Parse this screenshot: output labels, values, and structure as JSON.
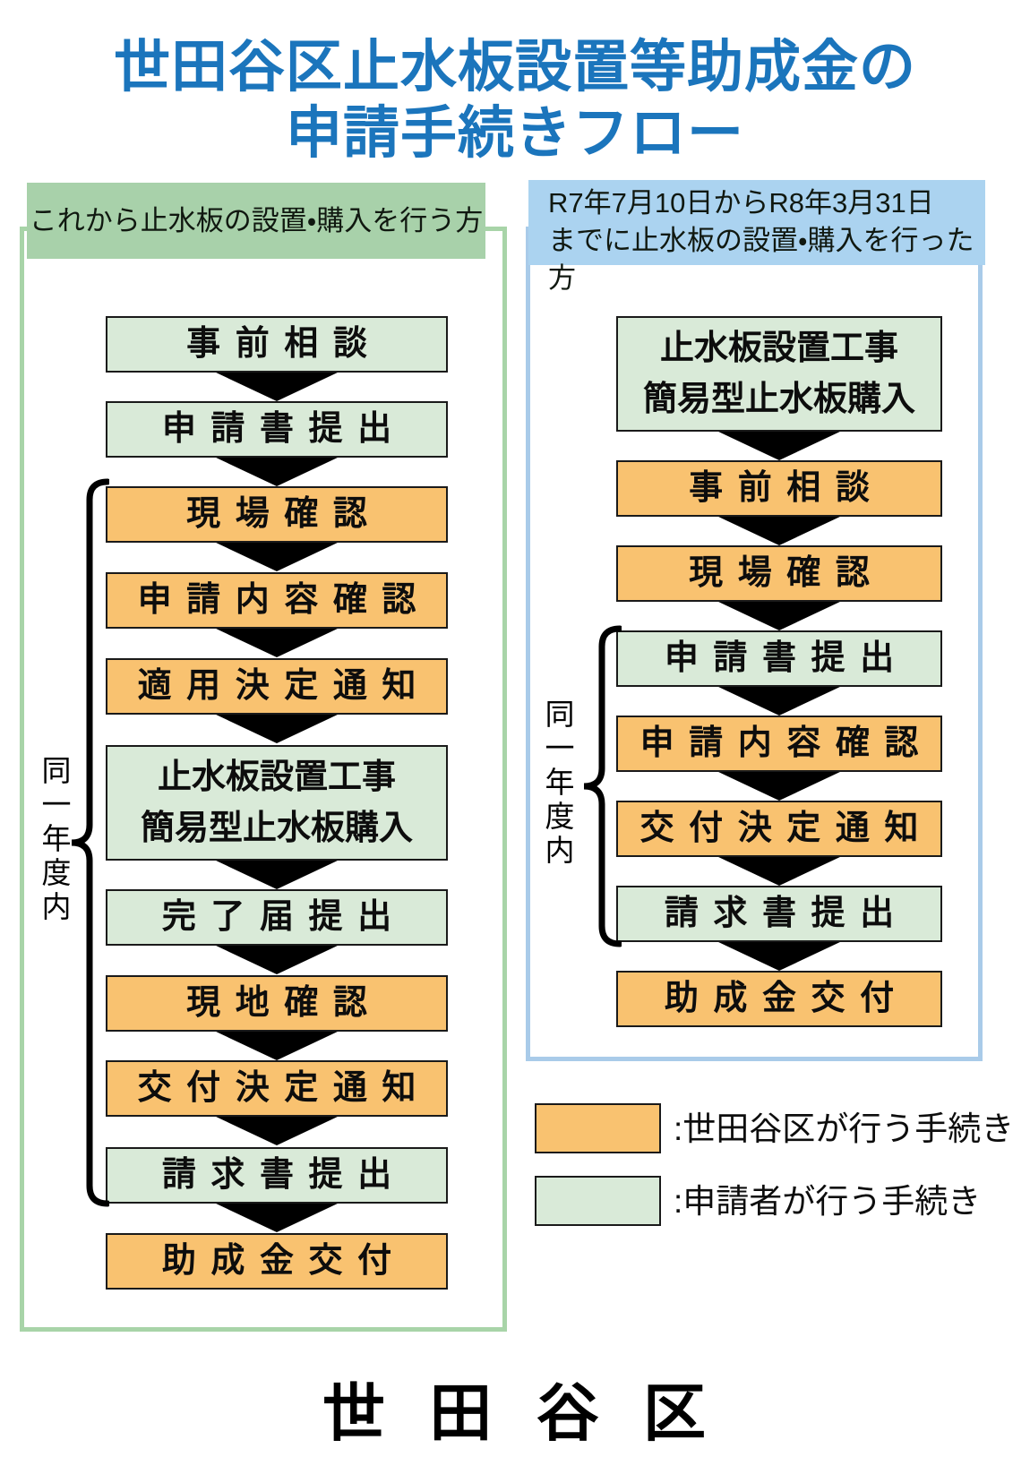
{
  "title": {
    "line1": "世田谷区止水板設置等助成金の",
    "line2": "申請手続きフロー"
  },
  "left_flow": {
    "header": "これから止水板の設置・購入を行う方",
    "duration_label": "同一年度内",
    "steps": [
      {
        "label": "事 前 相 談",
        "actor": "applicant"
      },
      {
        "label": "申 請 書 提 出",
        "actor": "applicant"
      },
      {
        "label": "現 場 確 認",
        "actor": "ward"
      },
      {
        "label": "申 請 内 容 確 認",
        "actor": "ward"
      },
      {
        "label": "適 用 決 定 通 知",
        "actor": "ward"
      },
      {
        "line1": "止水板設置工事",
        "line2": "簡易型止水板購入",
        "actor": "applicant"
      },
      {
        "label": "完 了 届 提 出",
        "actor": "applicant"
      },
      {
        "label": "現 地 確 認",
        "actor": "ward"
      },
      {
        "label": "交 付 決 定 通 知",
        "actor": "ward"
      },
      {
        "label": "請 求 書 提 出",
        "actor": "applicant"
      },
      {
        "label": "助 成 金 交 付",
        "actor": "ward"
      }
    ]
  },
  "right_flow": {
    "header_line1": "R7年7月10日からR8年3月31日",
    "header_line2": "までに止水板の設置・購入を行った方",
    "duration_label": "同一年度内",
    "steps": [
      {
        "line1": "止水板設置工事",
        "line2": "簡易型止水板購入",
        "actor": "applicant"
      },
      {
        "label": "事 前 相 談",
        "actor": "ward"
      },
      {
        "label": "現 場 確 認",
        "actor": "ward"
      },
      {
        "label": "申 請 書 提 出",
        "actor": "applicant"
      },
      {
        "label": "申 請 内 容 確 認",
        "actor": "ward"
      },
      {
        "label": "交 付 決 定 通 知",
        "actor": "ward"
      },
      {
        "label": "請 求 書 提 出",
        "actor": "applicant"
      },
      {
        "label": "助 成 金 交 付",
        "actor": "ward"
      }
    ]
  },
  "legend": {
    "ward_label": ":世田谷区が行う手続き",
    "applicant_label": ":申請者が行う手続き"
  },
  "footer": {
    "logo_text": "世 田 谷 区"
  },
  "colors": {
    "title_blue": "#1B75BC",
    "ward_orange": "#F9C270",
    "applicant_green": "#D9EAD8",
    "header_green": "#A8D1AA",
    "header_blue": "#ABD3F0",
    "left_border_green": "#A8D4A8",
    "right_border_blue": "#A9CBE9"
  }
}
